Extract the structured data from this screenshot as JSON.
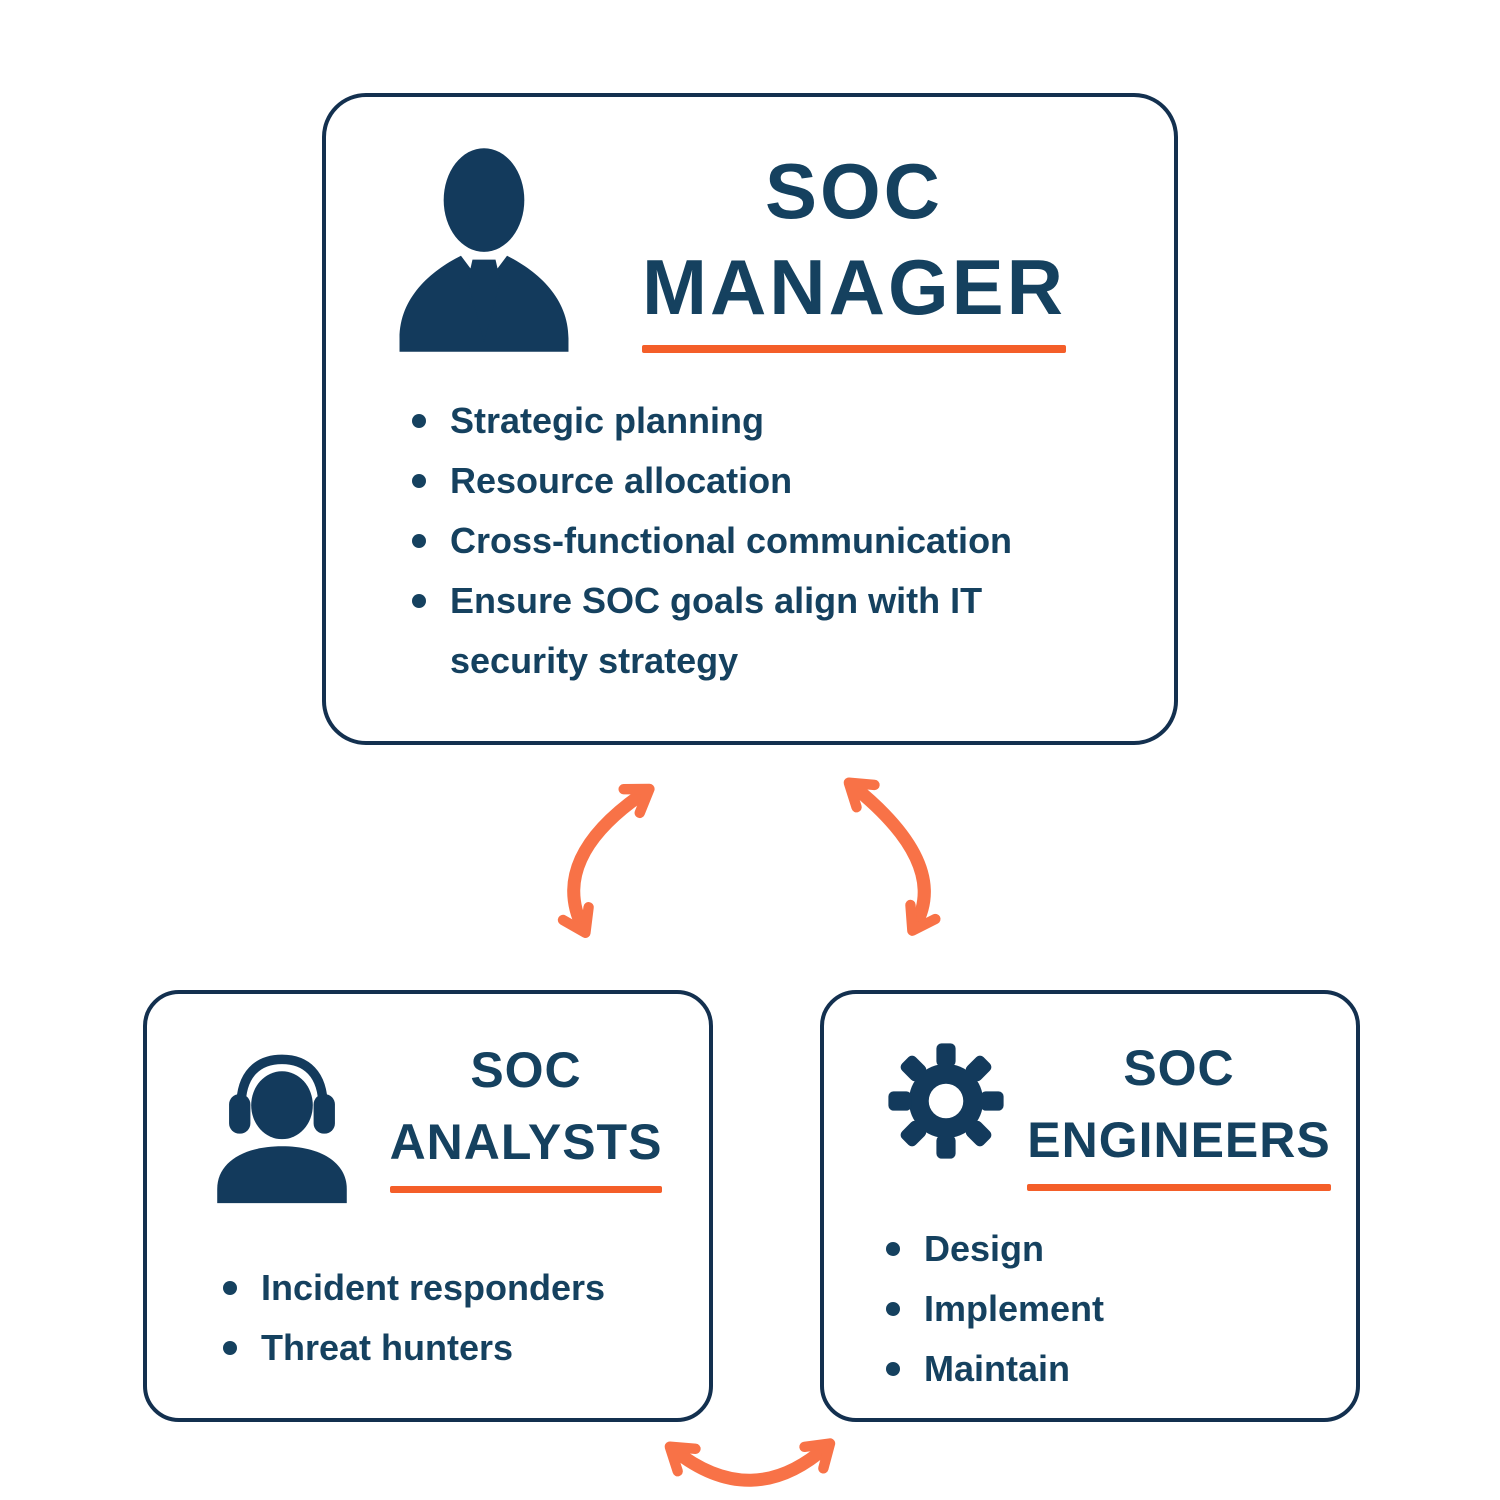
{
  "colors": {
    "background": "#ffffff",
    "navy_text": "#15415f",
    "icon_navy": "#133a5c",
    "box_border": "#13304f",
    "underline_orange": "#f45e29",
    "arrow_orange": "#f87247"
  },
  "boxes": {
    "manager": {
      "icon": "businessman-icon",
      "title_line1": "SOC",
      "title_line2": "MANAGER",
      "bullets": [
        "Strategic planning",
        "Resource allocation",
        "Cross-functional communication",
        "Ensure SOC goals align with IT security strategy"
      ]
    },
    "analysts": {
      "icon": "headset-agent-icon",
      "title_line1": "SOC",
      "title_line2": "ANALYSTS",
      "bullets": [
        "Incident responders",
        "Threat hunters"
      ]
    },
    "engineers": {
      "icon": "gear-icon",
      "title_line1": "SOC",
      "title_line2": "ENGINEERS",
      "bullets": [
        "Design",
        "Implement",
        "Maintain"
      ]
    }
  },
  "connectors": [
    {
      "name": "manager-analysts-arrow",
      "style": "curved-double-headed"
    },
    {
      "name": "manager-engineers-arrow",
      "style": "curved-double-headed"
    },
    {
      "name": "analysts-engineers-arrow",
      "style": "curved-double-headed"
    }
  ]
}
